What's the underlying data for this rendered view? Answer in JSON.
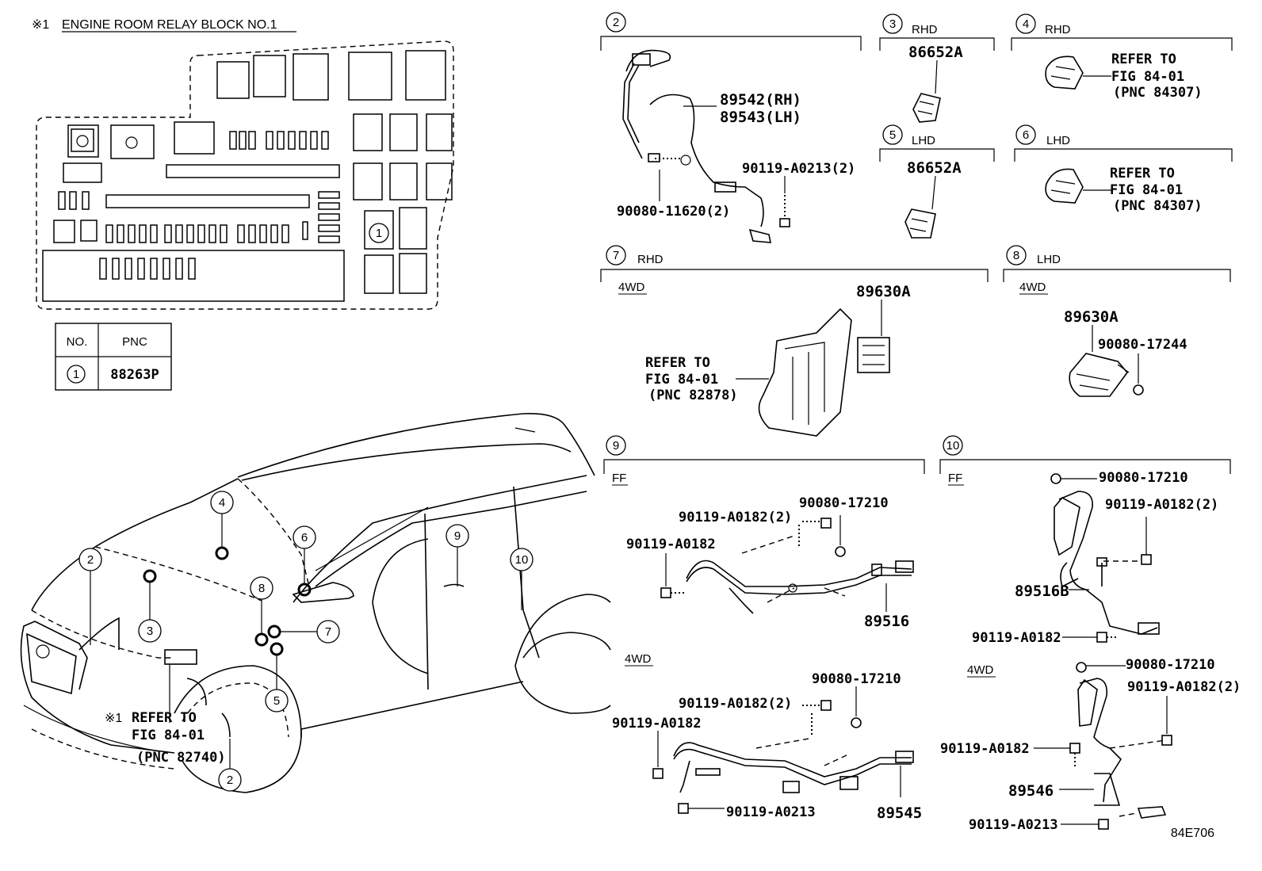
{
  "header": {
    "marker": "※1",
    "title": "ENGINE ROOM RELAY BLOCK NO.1"
  },
  "relay_table": {
    "col_no": "NO.",
    "col_pnc": "PNC",
    "row_no": "1",
    "row_pnc": "88263P"
  },
  "relay_block": {
    "callout": "1"
  },
  "car_callouts": [
    "2",
    "3",
    "4",
    "5",
    "6",
    "7",
    "8",
    "9",
    "10",
    "2"
  ],
  "car_note": {
    "marker": "※1",
    "line1": "REFER TO",
    "line2": "FIG 84-01",
    "line3": "(PNC 82740)"
  },
  "sections": {
    "s2": {
      "num": "2",
      "part_rh": "89542(RH)",
      "part_lh": "89543(LH)",
      "bolt_a": "90119-A0213(2)",
      "bolt_b": "90080-11620(2)"
    },
    "s3": {
      "num": "3",
      "cond": "RHD",
      "part": "86652A"
    },
    "s4": {
      "num": "4",
      "cond": "RHD",
      "line1": "REFER TO",
      "line2": "FIG 84-01",
      "line3": "(PNC 84307)"
    },
    "s5": {
      "num": "5",
      "cond": "LHD",
      "part": "86652A"
    },
    "s6": {
      "num": "6",
      "cond": "LHD",
      "line1": "REFER TO",
      "line2": "FIG 84-01",
      "line3": "(PNC 84307)"
    },
    "s7": {
      "num": "7",
      "cond": "RHD",
      "drive": "4WD",
      "part": "89630A",
      "line1": "REFER TO",
      "line2": "FIG 84-01",
      "line3": "(PNC 82878)"
    },
    "s8": {
      "num": "8",
      "cond": "LHD",
      "drive": "4WD",
      "part": "89630A",
      "nut": "90080-17244"
    },
    "s9": {
      "num": "9",
      "ff": {
        "drive": "FF",
        "bolt2": "90119-A0182(2)",
        "nut": "90080-17210",
        "bolt1": "90119-A0182",
        "part": "89516"
      },
      "wd": {
        "drive": "4WD",
        "nut": "90080-17210",
        "bolt2": "90119-A0182(2)",
        "bolt1": "90119-A0182",
        "bolt3": "90119-A0213",
        "part": "89545"
      }
    },
    "s10": {
      "num": "10",
      "ff": {
        "drive": "FF",
        "nut": "90080-17210",
        "bolt2": "90119-A0182(2)",
        "part": "89516B",
        "bolt1": "90119-A0182"
      },
      "wd": {
        "drive": "4WD",
        "nut": "90080-17210",
        "bolt2": "90119-A0182(2)",
        "bolt1": "90119-A0182",
        "part": "89546",
        "bolt3": "90119-A0213"
      }
    }
  },
  "figure_id": "84E706"
}
